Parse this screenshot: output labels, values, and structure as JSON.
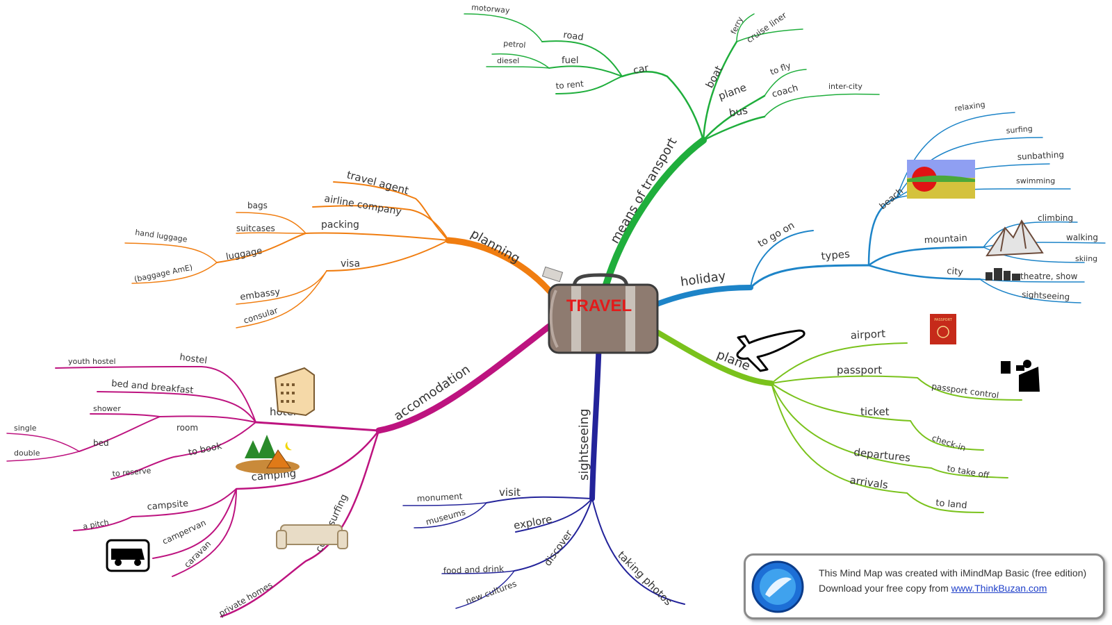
{
  "center": {
    "label": "TRAVEL"
  },
  "colors": {
    "transport": "#1fae3c",
    "holiday": "#1d84c8",
    "plane": "#7ac21c",
    "sightseeing": "#23239a",
    "accommodation": "#bd137f",
    "planning": "#f07d10",
    "center_label": "#e41a1a"
  },
  "branches": {
    "transport": {
      "label": "means of transport",
      "car": {
        "label": "car",
        "road": "road",
        "motorway": "motorway",
        "fuel": "fuel",
        "petrol": "petrol",
        "diesel": "diesel",
        "to_rent": "to rent"
      },
      "boat": {
        "label": "boat",
        "ferry": "ferry",
        "cruise_liner": "cruise liner"
      },
      "plane": {
        "label": "plane",
        "to_fly": "to fly"
      },
      "bus": {
        "label": "bus",
        "coach": "coach",
        "inter_city": "inter-city"
      }
    },
    "holiday": {
      "label": "holiday",
      "to_go_on": "to go on",
      "types": {
        "label": "types",
        "beach": {
          "label": "beach",
          "items": [
            "relaxing",
            "surfing",
            "sunbathing",
            "swimming"
          ]
        },
        "mountain": {
          "label": "mountain",
          "items": [
            "climbing",
            "walking",
            "skiing"
          ]
        },
        "city": {
          "label": "city",
          "items": [
            "theatre, show",
            "sightseeing"
          ]
        }
      }
    },
    "plane": {
      "label": "plane",
      "airport": "airport",
      "passport": {
        "label": "passport",
        "sub": "passport control"
      },
      "ticket": {
        "label": "ticket",
        "sub": "check-in"
      },
      "departures": {
        "label": "departures",
        "sub": "to take off"
      },
      "arrivals": {
        "label": "arrivals",
        "sub": "to land"
      },
      "passport_book_text": "PASSPORT"
    },
    "sightseeing": {
      "label": "sightseeing",
      "visit": {
        "label": "visit",
        "items": [
          "monument",
          "museums"
        ]
      },
      "explore": "explore",
      "discover": {
        "label": "discover",
        "items": [
          "food and drink",
          "new cultures"
        ]
      },
      "taking_photos": "taking photos"
    },
    "accommodation": {
      "label": "accomodation",
      "hotel": {
        "label": "hotel",
        "hostel": {
          "label": "hostel",
          "youth_hostel": "youth hostel"
        },
        "bed_and_breakfast": "bed and breakfast",
        "room": {
          "label": "room",
          "shower": "shower",
          "bed": {
            "label": "bed",
            "items": [
              "single",
              "double"
            ]
          }
        },
        "to_book": {
          "label": "to book",
          "to_reserve": "to reserve"
        }
      },
      "camping": {
        "label": "camping",
        "campsite": "campsite",
        "a_pitch": "a pitch",
        "campervan": "campervan",
        "caravan": "caravan"
      },
      "couchsurfing": {
        "label": "couchsurfing",
        "private_homes": "private homes"
      }
    },
    "planning": {
      "label": "planning",
      "travel_agent": "travel agent",
      "airline_company": "airline company",
      "packing": {
        "label": "packing",
        "bags": "bags",
        "suitcases": "suitcases",
        "luggage": "luggage",
        "hand_luggage": "hand luggage",
        "baggage_ame": "(baggage AmE)"
      },
      "visa": {
        "label": "visa",
        "embassy": "embassy",
        "consular": "consular"
      }
    }
  },
  "footer": {
    "line1": "This Mind Map was created with iMindMap Basic (free edition)",
    "line2_prefix": "Download your free copy from ",
    "link": "www.ThinkBuzan.com"
  }
}
